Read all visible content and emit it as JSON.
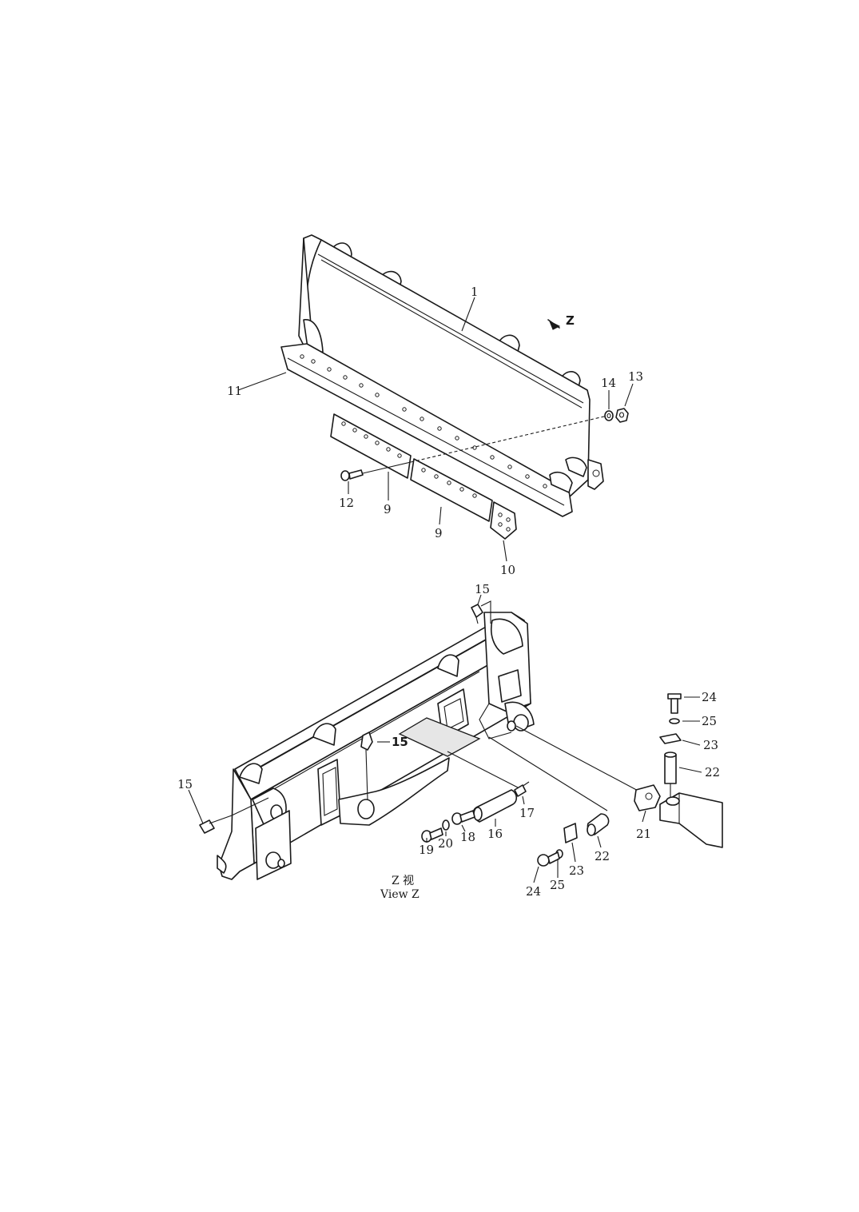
{
  "view_marker": "Z",
  "caption": {
    "line1": "Z 视",
    "line2": "View Z"
  },
  "callouts": {
    "p1": "1",
    "p11": "11",
    "p14": "14",
    "p13": "13",
    "p12": "12",
    "p9a": "9",
    "p9b": "9",
    "p10": "10",
    "p15top": "15",
    "p15mid": "15",
    "p15left": "15",
    "p24a": "24",
    "p25a": "25",
    "p23a": "23",
    "p22a": "22",
    "p21": "21",
    "p17": "17",
    "p16": "16",
    "p18": "18",
    "p20": "20",
    "p19": "19",
    "p22b": "22",
    "p23b": "23",
    "p25b": "25",
    "p24b": "24"
  }
}
